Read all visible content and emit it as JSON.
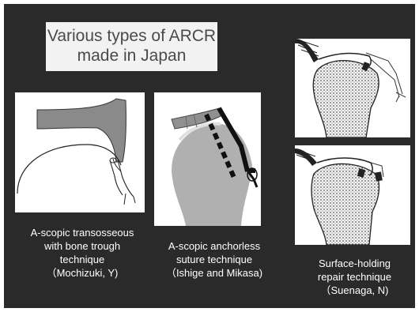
{
  "title": {
    "line1": "Various types of ARCR",
    "line2": "made in Japan"
  },
  "captions": [
    {
      "lines": [
        "A-scopic transosseous",
        "with bone trough",
        "technique",
        "（Mochizuki, Y)"
      ]
    },
    {
      "lines": [
        "A-scopic anchorless",
        "suture technique",
        "（Ishige and Mikasa)"
      ]
    },
    {
      "lines": [
        "Surface-holding",
        "repair technique",
        "（Suenaga, N)"
      ]
    }
  ]
}
